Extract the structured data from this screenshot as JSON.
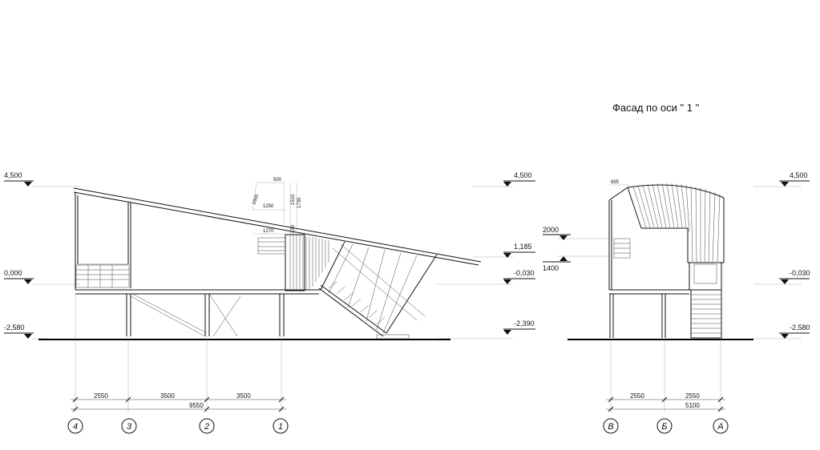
{
  "title": "Фасад  по оси \" 1 \"",
  "left_elevation": {
    "levels": {
      "top": "4,500",
      "zero": "0,000",
      "ground": "-2,580"
    },
    "right_levels": {
      "top": "4,500",
      "mid": "1,185",
      "floor": "-0,030",
      "ground": "-2,390"
    },
    "annotations": {
      "d500": "500",
      "d1605": "1605",
      "d1510": "1510",
      "d1730": "1730",
      "d1250": "1250",
      "d1270": "1270",
      "d220": "220"
    },
    "dimensions": {
      "span1": "2550",
      "span2": "3500",
      "span3": "3500",
      "total": "9550"
    },
    "axes": [
      "4",
      "3",
      "2",
      "1"
    ]
  },
  "right_elevation": {
    "levels": {
      "top": "4,500",
      "floor": "-0,030",
      "ground": "-2,580"
    },
    "annotations": {
      "d695": "695",
      "d2000": "2000",
      "d1400": "1400"
    },
    "dimensions": {
      "span1": "2550",
      "span2": "2550",
      "total": "5100"
    },
    "axes": [
      "В",
      "Б",
      "А"
    ]
  }
}
